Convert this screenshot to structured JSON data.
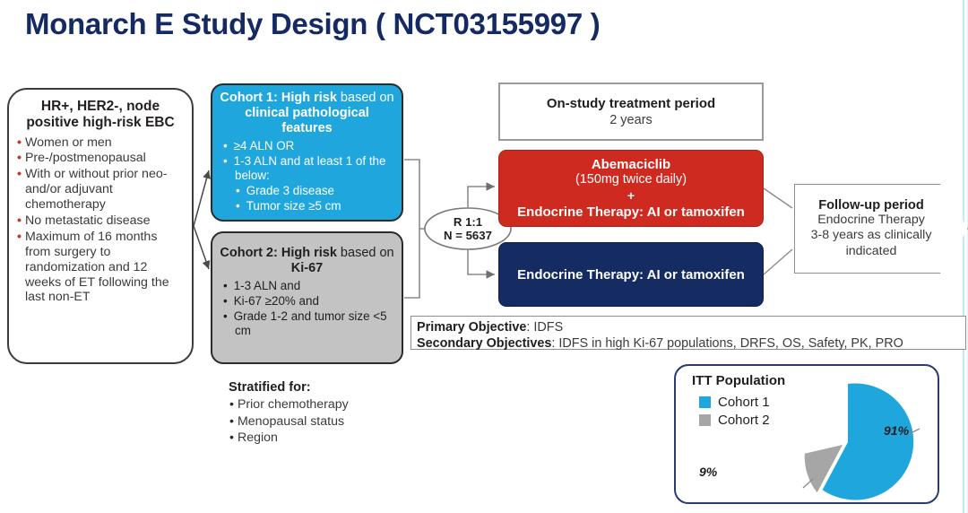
{
  "title": "Monarch E Study Design ( NCT03155997 )",
  "eligibility": {
    "heading": "HR+, HER2-, node positive high-risk EBC",
    "items": [
      "Women or men",
      "Pre-/postmenopausal",
      "With or without prior neo- and/or adjuvant chemotherapy",
      "No metastatic disease",
      "Maximum of 16 months from surgery to randomization and 12 weeks of ET following the last non-ET"
    ]
  },
  "cohort1": {
    "title_bold_1": "Cohort 1: High risk",
    "title_light_1": " based on ",
    "title_bold_2": "clinical pathological features",
    "items": [
      {
        "text": "≥4 ALN OR",
        "sub": false
      },
      {
        "text": "1-3 ALN and at least 1 of the below:",
        "sub": false
      },
      {
        "text": "Grade 3 disease",
        "sub": true
      },
      {
        "text": "Tumor size ≥5 cm",
        "sub": true
      }
    ]
  },
  "cohort2": {
    "title_bold_1": "Cohort 2: High risk",
    "title_light_1": " based on ",
    "title_bold_2": "Ki-67",
    "items": [
      {
        "text": "1-3 ALN and",
        "sub": false
      },
      {
        "text": "Ki-67 ≥20% and",
        "sub": false
      },
      {
        "text": "Grade 1-2 and tumor size <5 cm",
        "sub": false
      }
    ]
  },
  "stratified": {
    "heading": "Stratified for:",
    "items": [
      "Prior chemotherapy",
      "Menopausal status",
      "Region"
    ]
  },
  "randomization": {
    "ratio": "R 1:1",
    "n": "N = 5637"
  },
  "on_study": {
    "line1": "On-study treatment period",
    "line2": "2 years"
  },
  "arm_experimental": {
    "drug": "Abemaciclib",
    "dose": "(150mg twice daily)",
    "plus": "+",
    "backbone": "Endocrine Therapy: AI or tamoxifen"
  },
  "arm_control": {
    "label": "Endocrine Therapy: AI or tamoxifen"
  },
  "follow_up": {
    "line1": "Follow-up period",
    "line2": "Endocrine Therapy",
    "line3": "3-8 years as clinically",
    "line4": "indicated"
  },
  "objectives": {
    "primary_label": "Primary Objective",
    "primary_value": ": IDFS",
    "secondary_label": "Secondary Objectives",
    "secondary_value": ": IDFS in high Ki-67 populations, DRFS, OS, Safety, PK, PRO"
  },
  "itt": {
    "title": "ITT Population",
    "legend": [
      {
        "label": "Cohort 1",
        "color": "#1fa7dd"
      },
      {
        "label": "Cohort 2",
        "color": "#a6a6a6"
      }
    ],
    "label_large": "91%",
    "label_small": "9%"
  },
  "chart_data": {
    "type": "pie",
    "title": "ITT Population",
    "categories": [
      "Cohort 1",
      "Cohort 2"
    ],
    "values": [
      91,
      9
    ],
    "labels": [
      "91%",
      "9%"
    ],
    "colors": [
      "#1fa7dd",
      "#a6a6a6"
    ],
    "exploded": [
      "Cohort 2"
    ],
    "legend_position": "top-left",
    "grid": false
  },
  "colors": {
    "title_navy": "#152a63",
    "cohort1_blue": "#1fa7dd",
    "cohort2_gray": "#c3c3c3",
    "arm_red": "#cf2a20",
    "arm_navy": "#152c63",
    "bullet_red": "#c0392b"
  }
}
